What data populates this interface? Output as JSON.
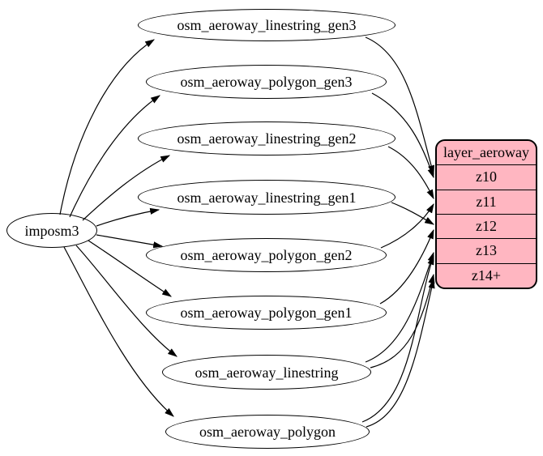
{
  "diagram": {
    "background_color": "#ffffff",
    "node_fill_color": "#ffffff",
    "node_stroke_color": "#000000",
    "edge_color": "#000000",
    "source": {
      "label": "imposm3"
    },
    "tables": [
      {
        "label": "osm_aeroway_linestring_gen3"
      },
      {
        "label": "osm_aeroway_polygon_gen3"
      },
      {
        "label": "osm_aeroway_linestring_gen2"
      },
      {
        "label": "osm_aeroway_linestring_gen1"
      },
      {
        "label": "osm_aeroway_polygon_gen2"
      },
      {
        "label": "osm_aeroway_polygon_gen1"
      },
      {
        "label": "osm_aeroway_linestring"
      },
      {
        "label": "osm_aeroway_polygon"
      }
    ],
    "layer": {
      "title": "layer_aeroway",
      "fill_color": "#ffb6c1",
      "zoom_levels": [
        "z10",
        "z11",
        "z12",
        "z13",
        "z14+"
      ]
    },
    "edges": {
      "from_source": [
        "osm_aeroway_linestring_gen3",
        "osm_aeroway_polygon_gen3",
        "osm_aeroway_linestring_gen2",
        "osm_aeroway_linestring_gen1",
        "osm_aeroway_polygon_gen2",
        "osm_aeroway_polygon_gen1",
        "osm_aeroway_linestring",
        "osm_aeroway_polygon"
      ],
      "to_layer": [
        {
          "from": "osm_aeroway_linestring_gen3",
          "to": "z10"
        },
        {
          "from": "osm_aeroway_polygon_gen3",
          "to": "z10"
        },
        {
          "from": "osm_aeroway_linestring_gen2",
          "to": "z11"
        },
        {
          "from": "osm_aeroway_polygon_gen2",
          "to": "z11"
        },
        {
          "from": "osm_aeroway_linestring_gen1",
          "to": "z12"
        },
        {
          "from": "osm_aeroway_polygon_gen1",
          "to": "z12"
        },
        {
          "from": "osm_aeroway_linestring",
          "to": "z13"
        },
        {
          "from": "osm_aeroway_linestring",
          "to": "z14+"
        },
        {
          "from": "osm_aeroway_polygon",
          "to": "z13"
        },
        {
          "from": "osm_aeroway_polygon",
          "to": "z14+"
        }
      ]
    }
  }
}
